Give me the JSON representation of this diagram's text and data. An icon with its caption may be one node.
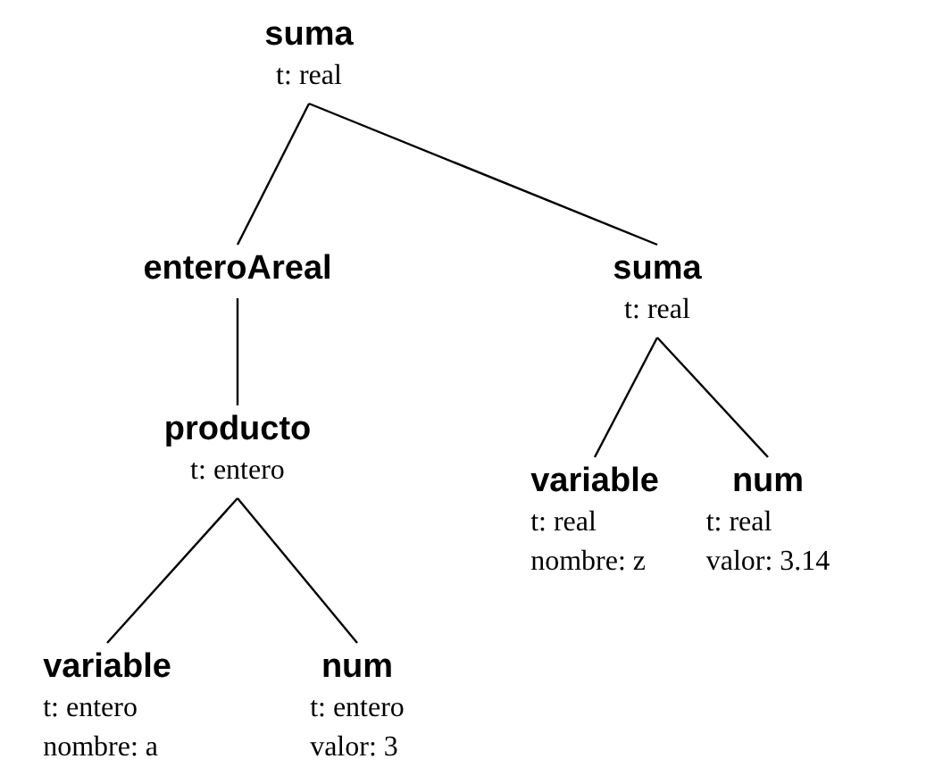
{
  "diagram": {
    "nodes": [
      {
        "text": [
          "suma",
          "t: real"
        ]
      },
      {
        "text": [
          "enteroAreal"
        ]
      },
      {
        "text": [
          "suma",
          "t: real"
        ]
      },
      {
        "text": [
          "producto",
          "t: entero"
        ]
      },
      {
        "text": [
          "variable",
          "t: entero",
          "nombre: a"
        ]
      },
      {
        "text": [
          "num",
          "t: entero",
          "valor: 3"
        ]
      },
      {
        "text": [
          "variable",
          "t: real",
          "nombre: z"
        ]
      },
      {
        "text": [
          "num",
          "t: real",
          "valor: 3.14"
        ]
      }
    ],
    "edges": [
      {
        "from": 0,
        "to": 1,
        "arrow": "none"
      },
      {
        "from": 0,
        "to": 2,
        "arrow": "none"
      },
      {
        "from": 1,
        "to": 3,
        "arrow": "none"
      },
      {
        "from": 3,
        "to": 4,
        "arrow": "none"
      },
      {
        "from": 3,
        "to": 5,
        "arrow": "none"
      },
      {
        "from": 2,
        "to": 6,
        "arrow": "none"
      },
      {
        "from": 2,
        "to": 7,
        "arrow": "none"
      }
    ]
  }
}
